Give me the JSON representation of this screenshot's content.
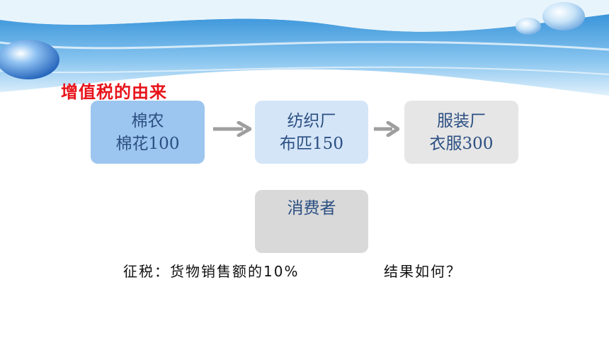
{
  "slide": {
    "title": "增值税的由来",
    "colors": {
      "title": "#e8141b",
      "box_text": "#2b4f82",
      "arrow": "#9e9e9e"
    }
  },
  "diagram": {
    "nodes": [
      {
        "id": "farmer",
        "name": "棉农",
        "product": "棉花100"
      },
      {
        "id": "textile",
        "name": "纺织厂",
        "product": "布匹150"
      },
      {
        "id": "garment",
        "name": "服装厂",
        "product": "衣服300"
      },
      {
        "id": "consumer",
        "name": "消费者"
      }
    ],
    "edges": [
      {
        "from": "farmer",
        "to": "textile"
      },
      {
        "from": "textile",
        "to": "garment"
      }
    ]
  },
  "notes": {
    "tax_rule": "征税：货物销售额的10%",
    "question": "结果如何？"
  }
}
